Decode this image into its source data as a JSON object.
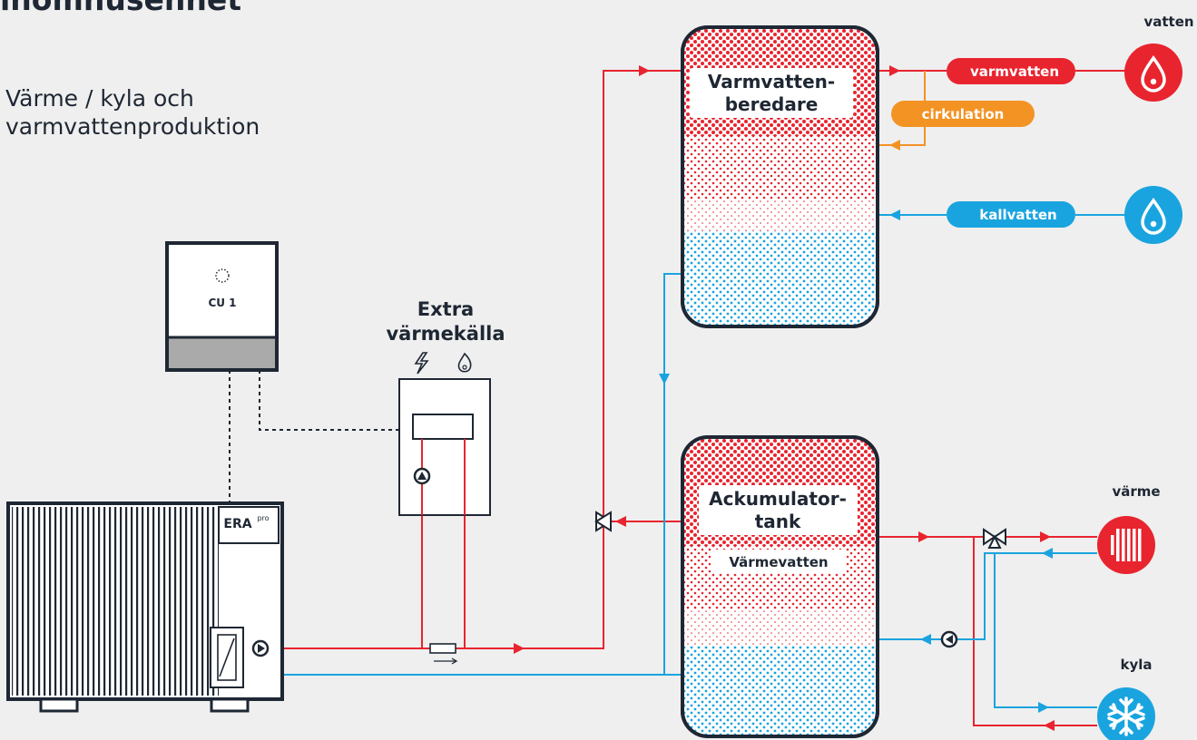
{
  "header": {
    "title": "inomhusenhet",
    "subtitle_line1": "Värme / kyla och",
    "subtitle_line2": "varmvattenproduktion"
  },
  "controller": {
    "label": "CU 1"
  },
  "extra_heat": {
    "label_line1": "Extra",
    "label_line2": "värmekälla"
  },
  "heat_pump": {
    "brand": "ERA",
    "brand_suffix": "pro"
  },
  "tanks": {
    "water_heater": {
      "line1": "Varmvatten-",
      "line2": "beredare"
    },
    "buffer": {
      "line1": "Ackumulator-",
      "line2": "tank",
      "content": "Värmevatten"
    }
  },
  "labels": {
    "hot_water": "varmvatten",
    "circulation": "cirkulation",
    "cold_water": "kallvatten",
    "water": "vatten",
    "heating": "värme",
    "cooling": "kyla"
  },
  "colors": {
    "hot": "#e8242f",
    "cold": "#1aa4df",
    "circulation": "#f39324",
    "dark": "#1e2733",
    "background": "#efefef"
  },
  "icons": {
    "water_icon": "water-drop-icon",
    "heating_icon": "radiator-icon",
    "cooling_icon": "snowflake-icon",
    "electric": "lightning-icon",
    "flame": "flame-icon",
    "pump": "pump-icon",
    "valve": "three-way-valve-icon"
  }
}
